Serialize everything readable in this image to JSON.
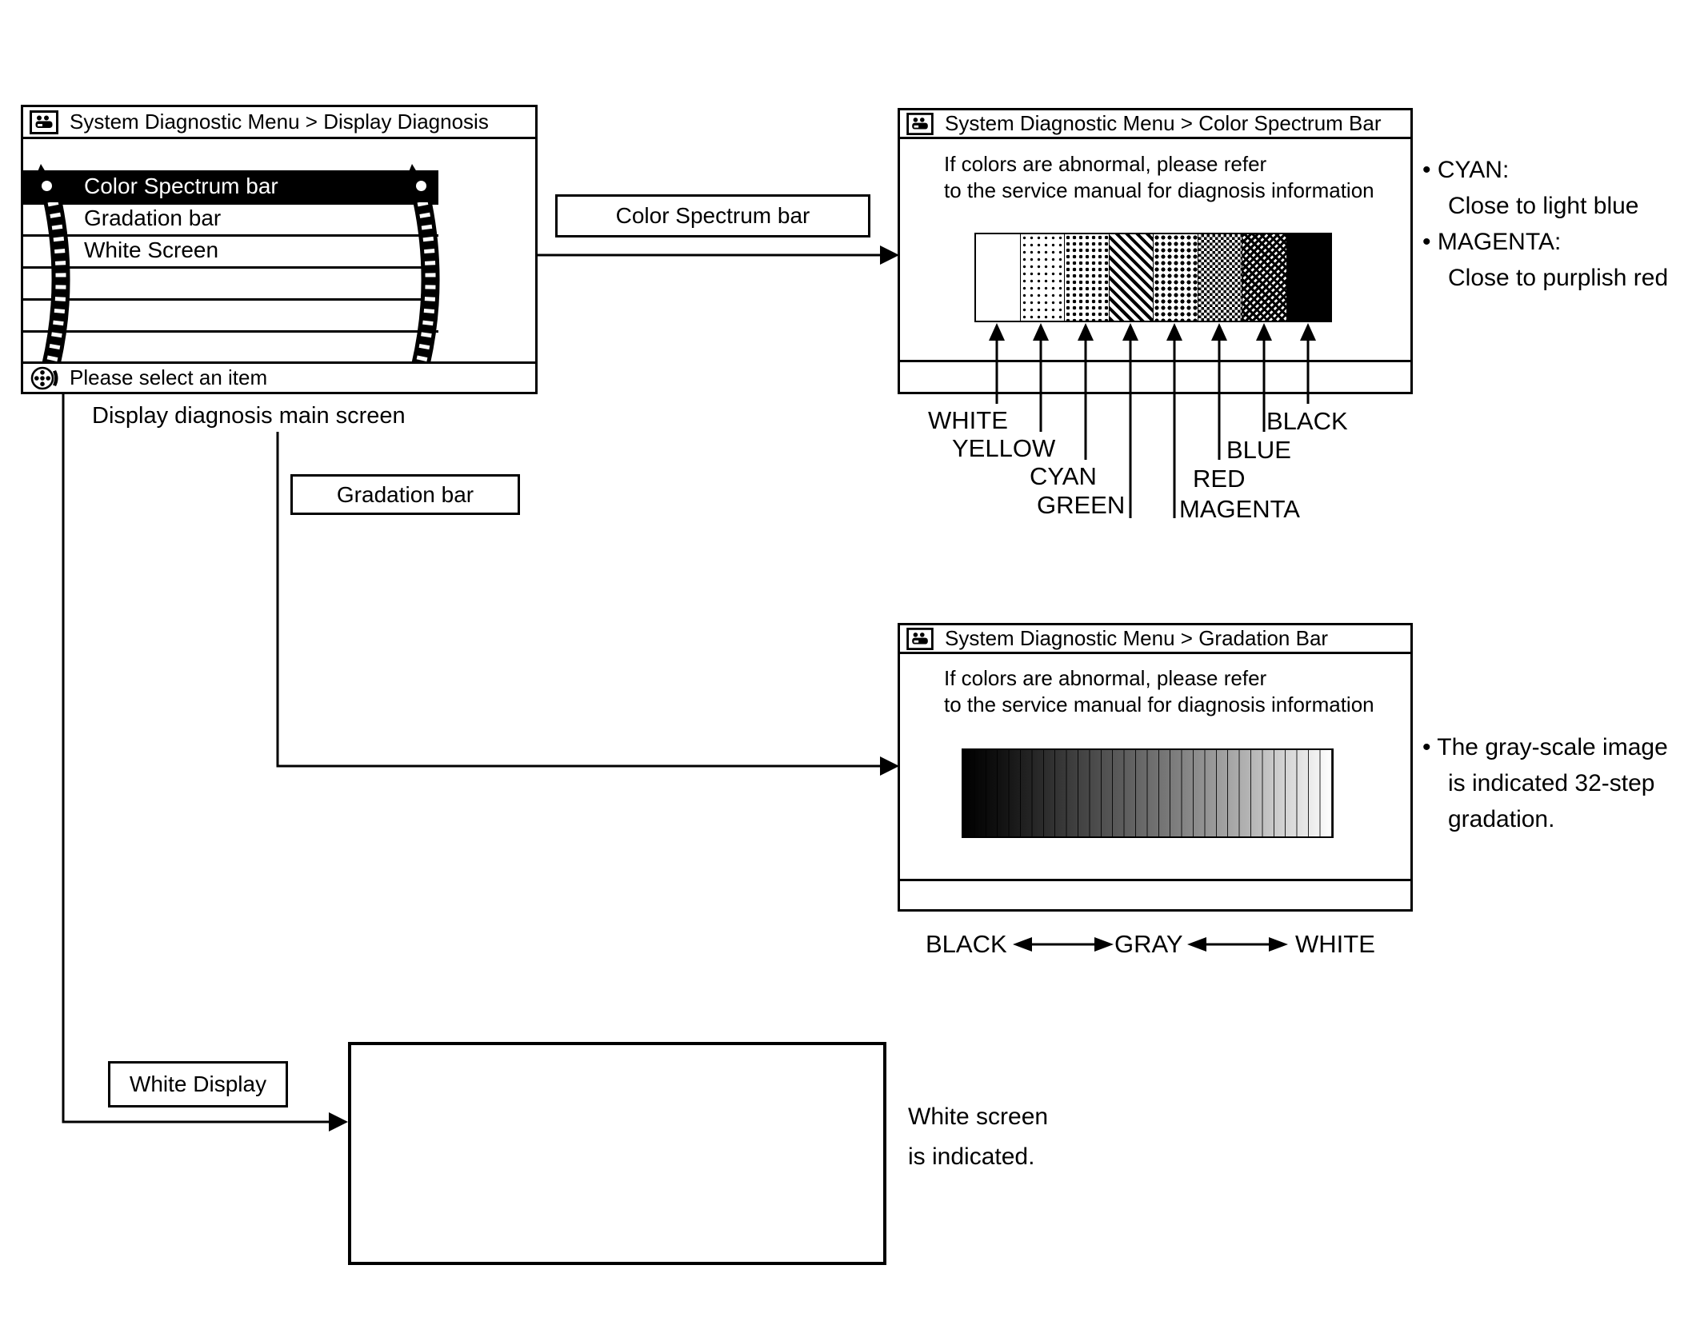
{
  "page": {
    "background": "#ffffff",
    "ink": "#000000"
  },
  "main_menu_screen": {
    "title": "System Diagnostic Menu > Display Diagnosis",
    "items": [
      {
        "label": "Color Spectrum bar",
        "selected": true
      },
      {
        "label": "Gradation bar",
        "selected": false
      },
      {
        "label": "White Screen",
        "selected": false
      }
    ],
    "status_text": "Please select an item",
    "caption": "Display diagnosis main screen"
  },
  "flow": {
    "color_spectrum_label": "Color Spectrum bar",
    "gradation_label": "Gradation bar",
    "white_display_label": "White Display"
  },
  "color_spectrum_screen": {
    "title": "System Diagnostic Menu > Color Spectrum Bar",
    "info_line1": "If colors are abnormal, please refer",
    "info_line2": "to the service manual for diagnosis information",
    "segments": [
      "WHITE",
      "YELLOW",
      "CYAN",
      "GREEN",
      "MAGENTA",
      "RED",
      "BLUE",
      "BLACK"
    ],
    "notes": [
      {
        "term": "• CYAN:",
        "desc": "Close to light blue"
      },
      {
        "term": "• MAGENTA:",
        "desc": "Close to purplish red"
      }
    ]
  },
  "gradation_screen": {
    "title": "System Diagnostic Menu > Gradation Bar",
    "info_line1": "If colors are abnormal, please refer",
    "info_line2": "to the service manual for diagnosis information",
    "steps": 32,
    "scale": {
      "left": "BLACK",
      "mid": "GRAY",
      "right": "WHITE"
    },
    "note_line1": "• The gray-scale image",
    "note_line2": "is indicated 32-step",
    "note_line3": "gradation."
  },
  "white_screen": {
    "note_line1": "White screen",
    "note_line2": "is indicated."
  }
}
